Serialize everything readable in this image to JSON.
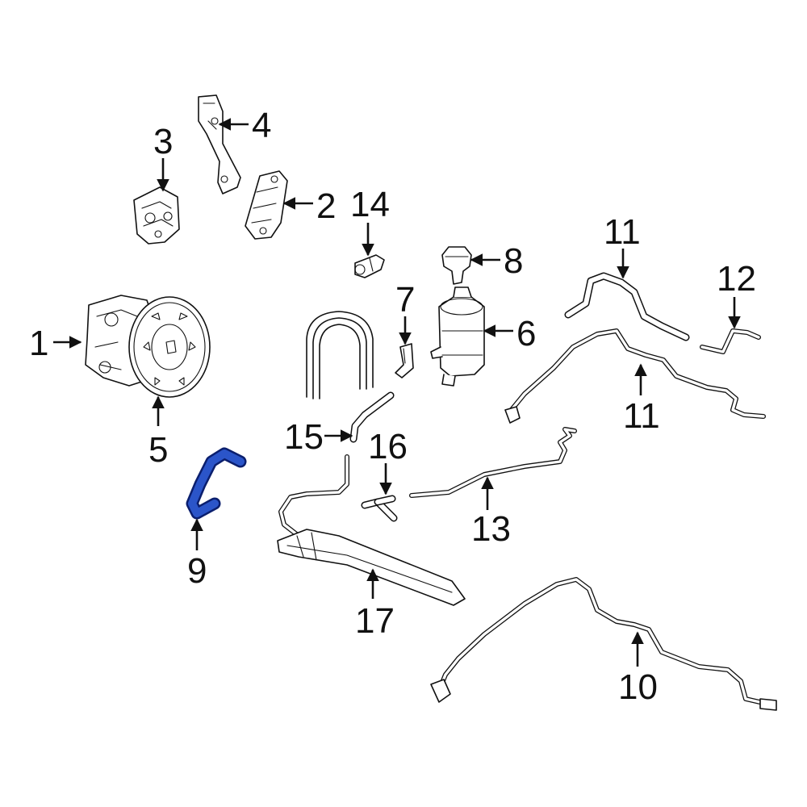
{
  "diagram": {
    "highlight_color": "#2b55c9",
    "line_color": "#111111",
    "background": "#ffffff",
    "callouts": [
      {
        "id": "c1",
        "label": "1"
      },
      {
        "id": "c2",
        "label": "2"
      },
      {
        "id": "c3",
        "label": "3"
      },
      {
        "id": "c4",
        "label": "4"
      },
      {
        "id": "c5",
        "label": "5"
      },
      {
        "id": "c6",
        "label": "6"
      },
      {
        "id": "c7",
        "label": "7"
      },
      {
        "id": "c8",
        "label": "8"
      },
      {
        "id": "c9",
        "label": "9"
      },
      {
        "id": "c10",
        "label": "10"
      },
      {
        "id": "c11a",
        "label": "11"
      },
      {
        "id": "c11b",
        "label": "11"
      },
      {
        "id": "c12",
        "label": "12"
      },
      {
        "id": "c13",
        "label": "13"
      },
      {
        "id": "c14",
        "label": "14"
      },
      {
        "id": "c15",
        "label": "15"
      },
      {
        "id": "c16",
        "label": "16"
      },
      {
        "id": "c17",
        "label": "17"
      }
    ]
  }
}
